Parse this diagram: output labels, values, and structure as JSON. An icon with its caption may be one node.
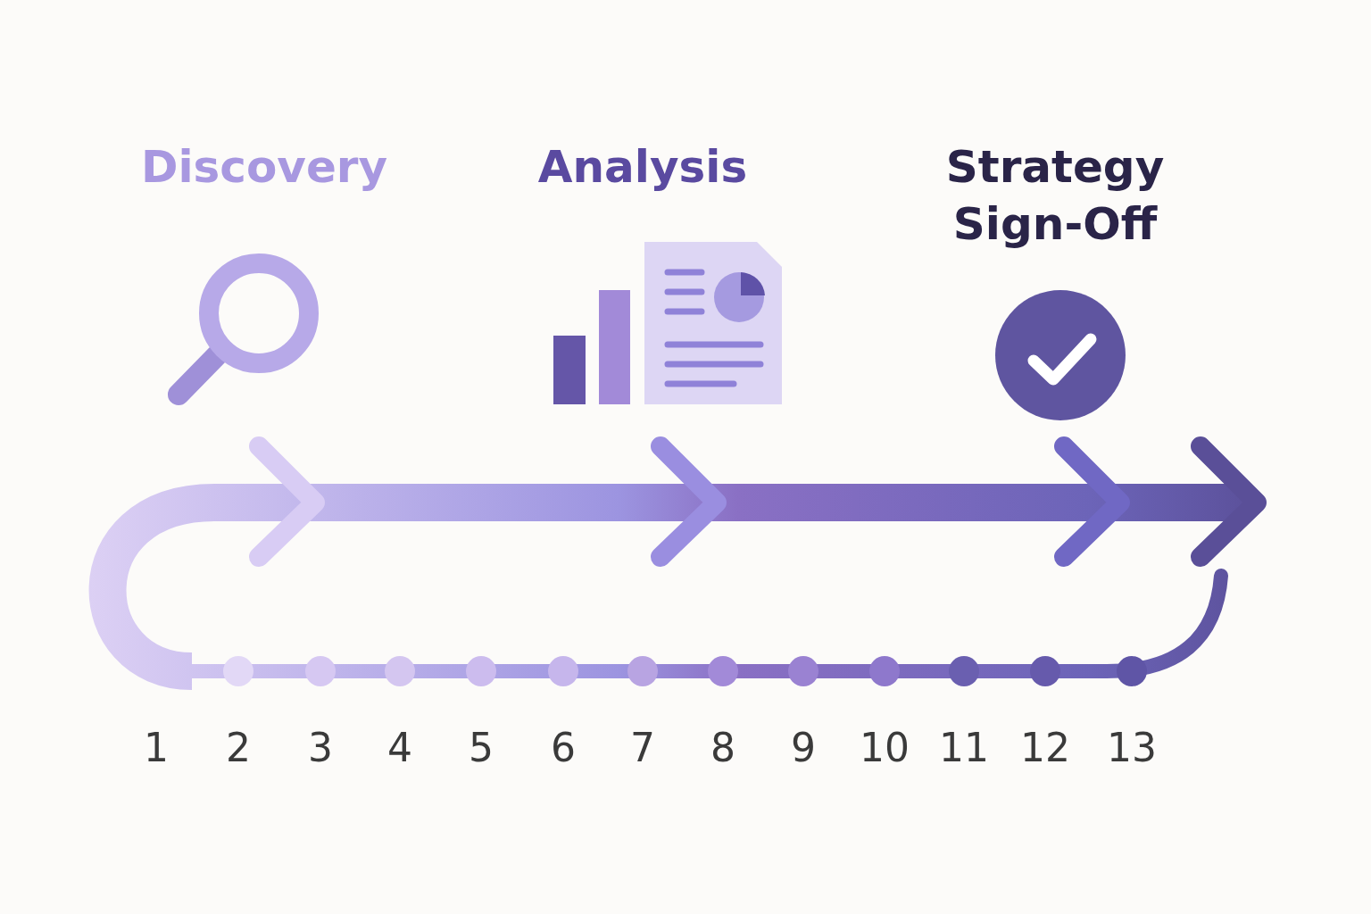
{
  "diagram": {
    "labels": [
      "Discovery",
      "Analysis",
      "Strategy Sign-Off",
      "1",
      "2",
      "3",
      "4",
      "5",
      "6",
      "7",
      "8",
      "9",
      "10",
      "11",
      "12",
      "13"
    ]
  }
}
